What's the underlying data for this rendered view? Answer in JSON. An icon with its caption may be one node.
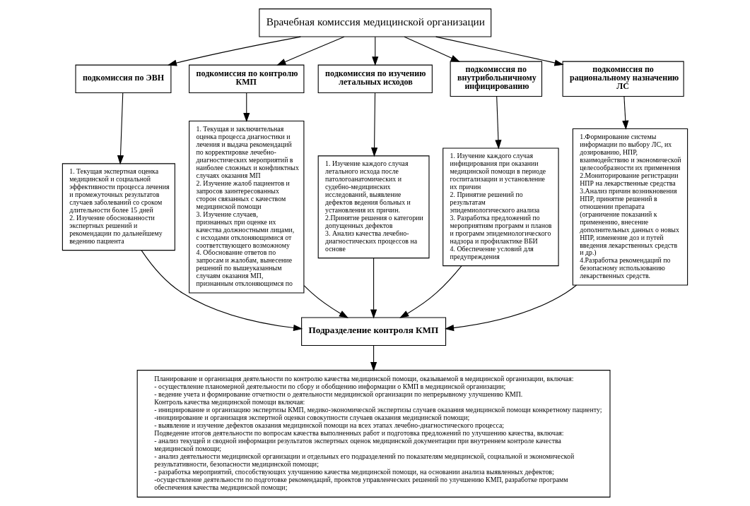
{
  "diagram": {
    "nodes": [
      {
        "text": [
          "Врачебная комиссия медицинской организации"
        ]
      },
      {
        "text": [
          "подкомиссия по ЭВН"
        ]
      },
      {
        "text": [
          "подкомиссия по контролю КМП"
        ]
      },
      {
        "text": [
          "подкомиссия по изучению летальных исходов"
        ]
      },
      {
        "text": [
          "подкомиссия по внутрибольничному инфицированию"
        ]
      },
      {
        "text": [
          "подкомиссия по рациональному назначению ЛС"
        ]
      },
      {
        "text": [
          "1. Текущая экспертная оценка медицинской и социальной эффективности процесса лечения и промежуточных результатов случаев заболеваний со сроком длительности более 15 дней",
          "2. Изучение обоснованности экспертных решений и рекомендации по дальнейшему ведению пациента"
        ]
      },
      {
        "text": [
          "1. Текущая и заключительная оценка процесса диагностики и лечения и выдача рекомендаций по корректировке лечебно-диагностических мероприятий в наиболее сложных и конфликтных случаях оказания МП",
          "2. Изучение жалоб пациентов и запросов заинтересованных сторон связанных с качеством медицинской помощи",
          "3. Изучение случаев, признанных при оценке их качества должностными лицами, с исходами отклоняющимися от соответствующего возможному",
          "4. Обоснование ответов по запросам и жалобам, вынесение решений по вышеуказанным случаям оказания МП, признанным отклоняющимся по"
        ]
      },
      {
        "text": [
          "1. Изучение каждого случая летального исхода после патологоанатомических и судебно-медицинских исследований, выявление дефектов ведения больных и установления их причин.",
          "2.Принятие решения о категории допущенных дефектов",
          "3. Анализ качества лечебно-диагностических процессов на основе"
        ]
      },
      {
        "text": [
          "1. Изучение каждого случая инфицирования при оказании медицинской помощи в периоде госпитализации и установление их причин",
          "2. Принятие решений по результатам эпидемиологического анализа",
          "3. Разработка предложений по мероприятиям программ и планов и программ эпидемиологического надзора и профилактике ВБИ",
          "4. Обеспечение условий для предупреждения"
        ]
      },
      {
        "text": [
          "1.Формирование системы информации по выбору ЛС, их дозированию, НПР, взаимодействию и экономической целесообразности их применения",
          "2.Мониторирование регистрации НПР на лекарственные средства",
          "3.Анализ причин возникновения НПР, принятие решений в отношении препарата (ограничение показаний к применению, внесение дополнительных данных о новых НПР, изменение доз и путей введения лекарственных средств и др.)",
          "4.Разработка рекомендаций по безопасному использованию лекарственных средств."
        ]
      },
      {
        "text": [
          "Подразделение контроля КМП"
        ]
      },
      {
        "text": [
          "Планирование и организация деятельности по контролю качества медицинской помощи, оказываемой в медицинской организации, включая:",
          "- осуществление планомерной деятельности по сбору и обобщению информации о КМП в медицинской организации;",
          "- ведение учета и формирование отчетности о деятельности медицинской организации по непрерывному улучшению КМП.",
          "Контроль качества медицинской помощи включая:",
          "- инициирование и организацию экспертизы КМП, медико-экономической экспертизы случаев оказания медицинской помощи конкретному пациенту;",
          "-инициирование и организация экспертной оценки совокупности случаев оказания медицинской помощи;",
          "- выявление и изучение дефектов оказания медицинской помощи на всех этапах лечебно-диагностического процесса;",
          "Подведение итогов деятельности по вопросам качества выполненных работ и подготовка предложений по улучшению качества, включая:",
          "- анализ текущей и сводной информации результатов экспертных оценок медицинской документации при внутреннем контроле качества медицинской помощи;",
          "- анализ деятельности медицинской организации и отдельных его подразделений по показателям медицинской, социальной и экономической результативности, безопасности медицинской помощи;",
          "- разработка мероприятий, способствующих улучшению качества медицинской помощи, на основании анализа выявленных дефектов;",
          "-осуществление деятельности по подготовке рекомендаций, проектов управленческих решений по улучшению КМП, разработке программ обеспечения качества медицинской помощи;"
        ]
      }
    ],
    "edges": [
      {
        "from": 0,
        "to": 1,
        "arrow": "to"
      },
      {
        "from": 0,
        "to": 2,
        "arrow": "to"
      },
      {
        "from": 0,
        "to": 3,
        "arrow": "to"
      },
      {
        "from": 0,
        "to": 4,
        "arrow": "to"
      },
      {
        "from": 0,
        "to": 5,
        "arrow": "to"
      },
      {
        "from": 1,
        "to": 6,
        "arrow": "to"
      },
      {
        "from": 2,
        "to": 7,
        "arrow": "to"
      },
      {
        "from": 3,
        "to": 8,
        "arrow": "to"
      },
      {
        "from": 4,
        "to": 9,
        "arrow": "to"
      },
      {
        "from": 5,
        "to": 10,
        "arrow": "to"
      },
      {
        "from": 6,
        "to": 11,
        "arrow": "to"
      },
      {
        "from": 7,
        "to": 11,
        "arrow": "to"
      },
      {
        "from": 8,
        "to": 11,
        "arrow": "to"
      },
      {
        "from": 9,
        "to": 11,
        "arrow": "to"
      },
      {
        "from": 10,
        "to": 11,
        "arrow": "to"
      },
      {
        "from": 11,
        "to": 12,
        "arrow": "to"
      }
    ]
  }
}
